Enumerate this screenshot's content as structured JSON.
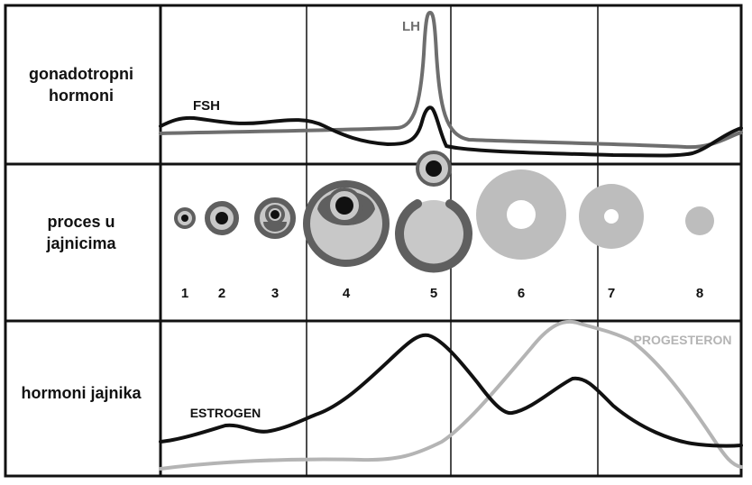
{
  "rows": {
    "gonadotropic": {
      "line1": "gonadotropni",
      "line2": "hormoni"
    },
    "ovarian_process": {
      "line1": "proces u",
      "line2": "jajnicima"
    },
    "ovarian_hormones": {
      "line1": "hormoni jajnika"
    }
  },
  "curve_labels": {
    "lh": "LH",
    "fsh": "FSH",
    "estrogen": "ESTROGEN",
    "progesteron": "PROGESTERON"
  },
  "stages": [
    "1",
    "2",
    "3",
    "4",
    "5",
    "6",
    "7",
    "8"
  ],
  "colors": {
    "dark_curve": "#111111",
    "lh_curve": "#6e6e6e",
    "progesteron_curve": "#b4b4b4",
    "follicle_dark_ring": "#5f5f5f",
    "follicle_light": "#c8c8c8",
    "corpus_luteum": "#bdbdbd",
    "grid": "#111111"
  }
}
